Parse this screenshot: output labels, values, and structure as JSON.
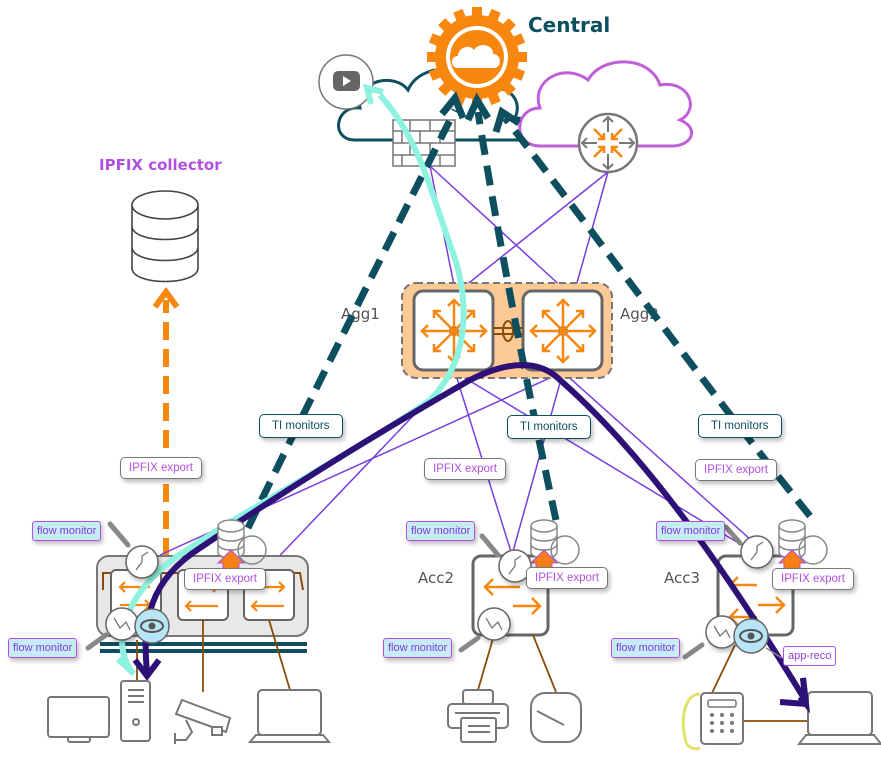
{
  "title": "Central",
  "collector_label": "IPFIX collector",
  "nodes": {
    "agg1": "Agg1",
    "agg2": "Agg2",
    "acc2": "Acc2",
    "acc3": "Acc3"
  },
  "labels": {
    "ti_monitors": [
      "TI monitors",
      "TI monitors",
      "TI monitors"
    ],
    "ipfix_export_link": [
      "IPFIX export",
      "IPFIX export",
      "IPFIX export"
    ],
    "ipfix_export_switch": [
      "IPFIX export",
      "IPFIX export",
      "IPFIX export"
    ],
    "flow_monitor": [
      "flow monitor",
      "flow monitor",
      "flow monitor",
      "flow monitor",
      "flow monitor",
      "flow monitor"
    ],
    "app_reco": "app-reco"
  },
  "icons": {
    "central": "gear-cloud-icon",
    "youtube": "video-play-icon",
    "firewall": "firewall-icon",
    "router": "router-icon",
    "database": "database-icon",
    "flow": "flow-monitor-icon",
    "eye": "app-recognition-icon"
  },
  "colors": {
    "central_orange": "#f7870f",
    "teal_dark": "#0d4f5e",
    "purple": "#b150e0",
    "violet_line": "#7a3de0",
    "dark_purple": "#2d1177",
    "aqua": "#8ef2e0",
    "orange_dashed": "#f7870f",
    "brown": "#8a4b08",
    "agg_bg": "#fdc995"
  }
}
